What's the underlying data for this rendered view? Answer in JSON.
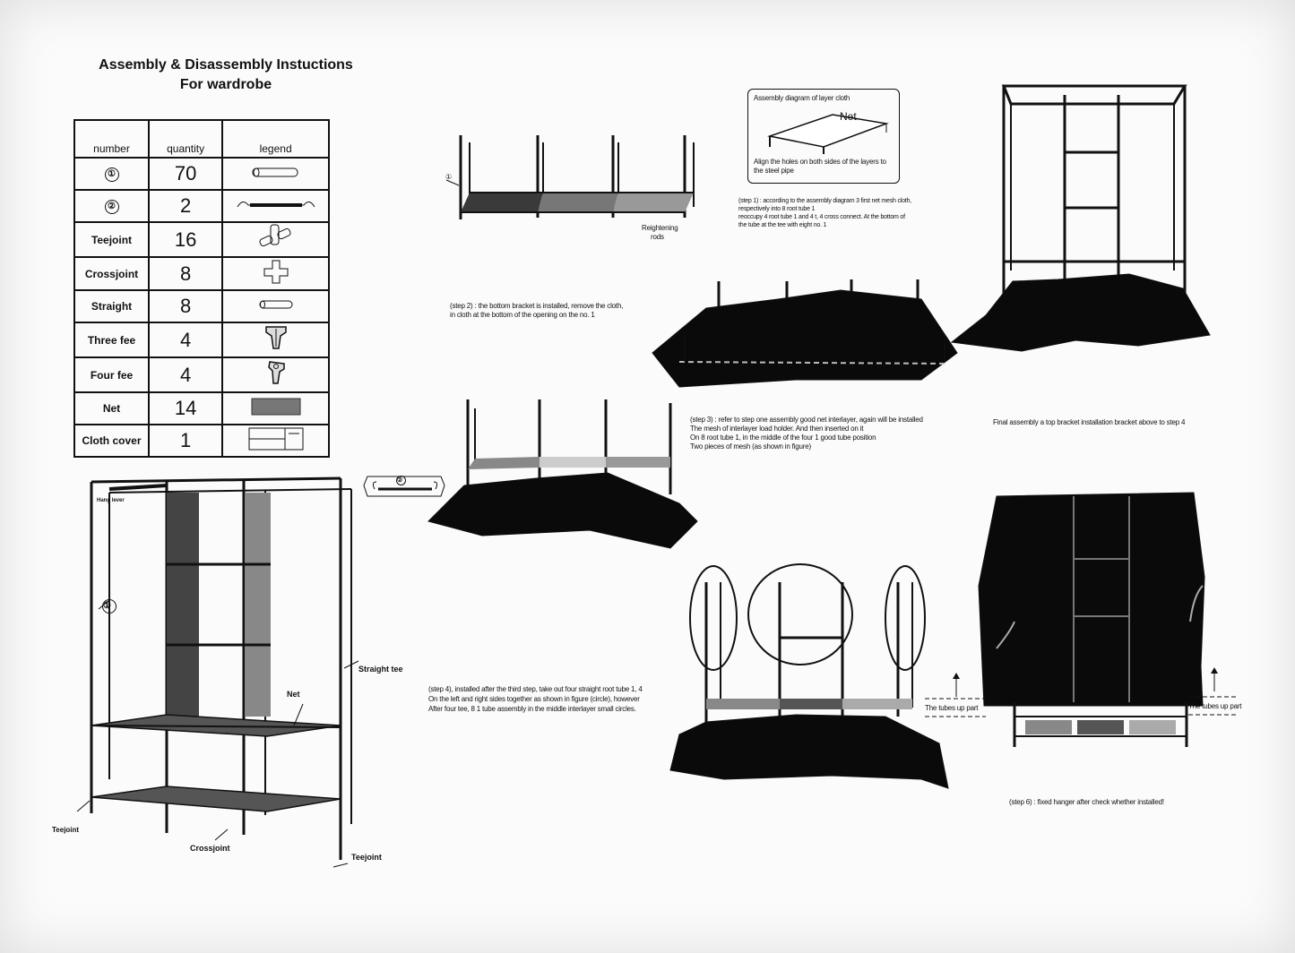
{
  "header": {
    "title_line1": "Assembly & Disassembly Instuctions",
    "title_line2": "For wardrobe"
  },
  "parts_table": {
    "headers": [
      "number",
      "quantity",
      "legend"
    ],
    "rows": [
      {
        "number": "①",
        "quantity": "70",
        "icon": "tube-icon"
      },
      {
        "number": "②",
        "quantity": "2",
        "icon": "hanger-rod-icon"
      },
      {
        "number": "Teejoint",
        "quantity": "16",
        "icon": "teejoint-icon"
      },
      {
        "number": "Crossjoint",
        "quantity": "8",
        "icon": "crossjoint-icon"
      },
      {
        "number": "Straight",
        "quantity": "8",
        "icon": "straight-connector-icon"
      },
      {
        "number": "Three fee",
        "quantity": "4",
        "icon": "three-fee-icon"
      },
      {
        "number": "Four fee",
        "quantity": "4",
        "icon": "four-fee-icon"
      },
      {
        "number": "Net",
        "quantity": "14",
        "icon": "net-icon"
      },
      {
        "number": "Cloth cover",
        "quantity": "1",
        "icon": "cloth-cover-icon"
      }
    ]
  },
  "main_diagram": {
    "labels": {
      "hang_lever": "Hang lever",
      "tube_num": "①",
      "straight_tee": "Straight tee",
      "net": "Net",
      "teejoint_left": "Teejoint",
      "crossjoint": "Crossjoint",
      "teejoint_right": "Teejoint",
      "rod_num": "②"
    }
  },
  "step1": {
    "inset_title": "Assembly diagram of layer cloth",
    "inset_net": "Net",
    "inset_caption": "Align the holes on both sides of the layers to the steel pipe",
    "text_l1": "(step 1) : according to the assembly diagram 3 first net mesh cloth,",
    "text_l2": "respectively into 8 root tube 1",
    "text_l3": "reoccupy 4 root tube 1 and 4 t, 4 cross connect. At the bottom of",
    "text_l4": "the tube at the tee with eight no. 1",
    "tube_label": "①",
    "reinforce_l1": "Reightening",
    "reinforce_l2": "rods"
  },
  "step2": {
    "text_l1": "(step 2) : the bottom bracket is installed, remove the cloth,",
    "text_l2": "in cloth at the bottom of the opening on the no. 1"
  },
  "step3": {
    "text_l1": "(step 3) : refer to step one assembly good net interlayer, again will be installed",
    "text_l2": "The mesh of interlayer load holder. And then inserted on it",
    "text_l3": "On 8 root tube 1, in the middle of the four 1 good tube position",
    "text_l4": "Two pieces of mesh (as shown in figure)"
  },
  "final": {
    "text": "Final assembly a top bracket installation bracket above to step 4"
  },
  "step4": {
    "text_l1": "(step 4), installed after the third step, take out four straight root tube 1, 4",
    "text_l2": "On the left and right sides together as shown in figure (circle), however",
    "text_l3": "After four tee, 8 1 tube assembly in the middle interlayer small circles."
  },
  "step6": {
    "tubes_left": "The tubes up part",
    "tubes_right": "The tubes up part",
    "text": "(step 6) : fixed hanger after check whether installed!"
  }
}
